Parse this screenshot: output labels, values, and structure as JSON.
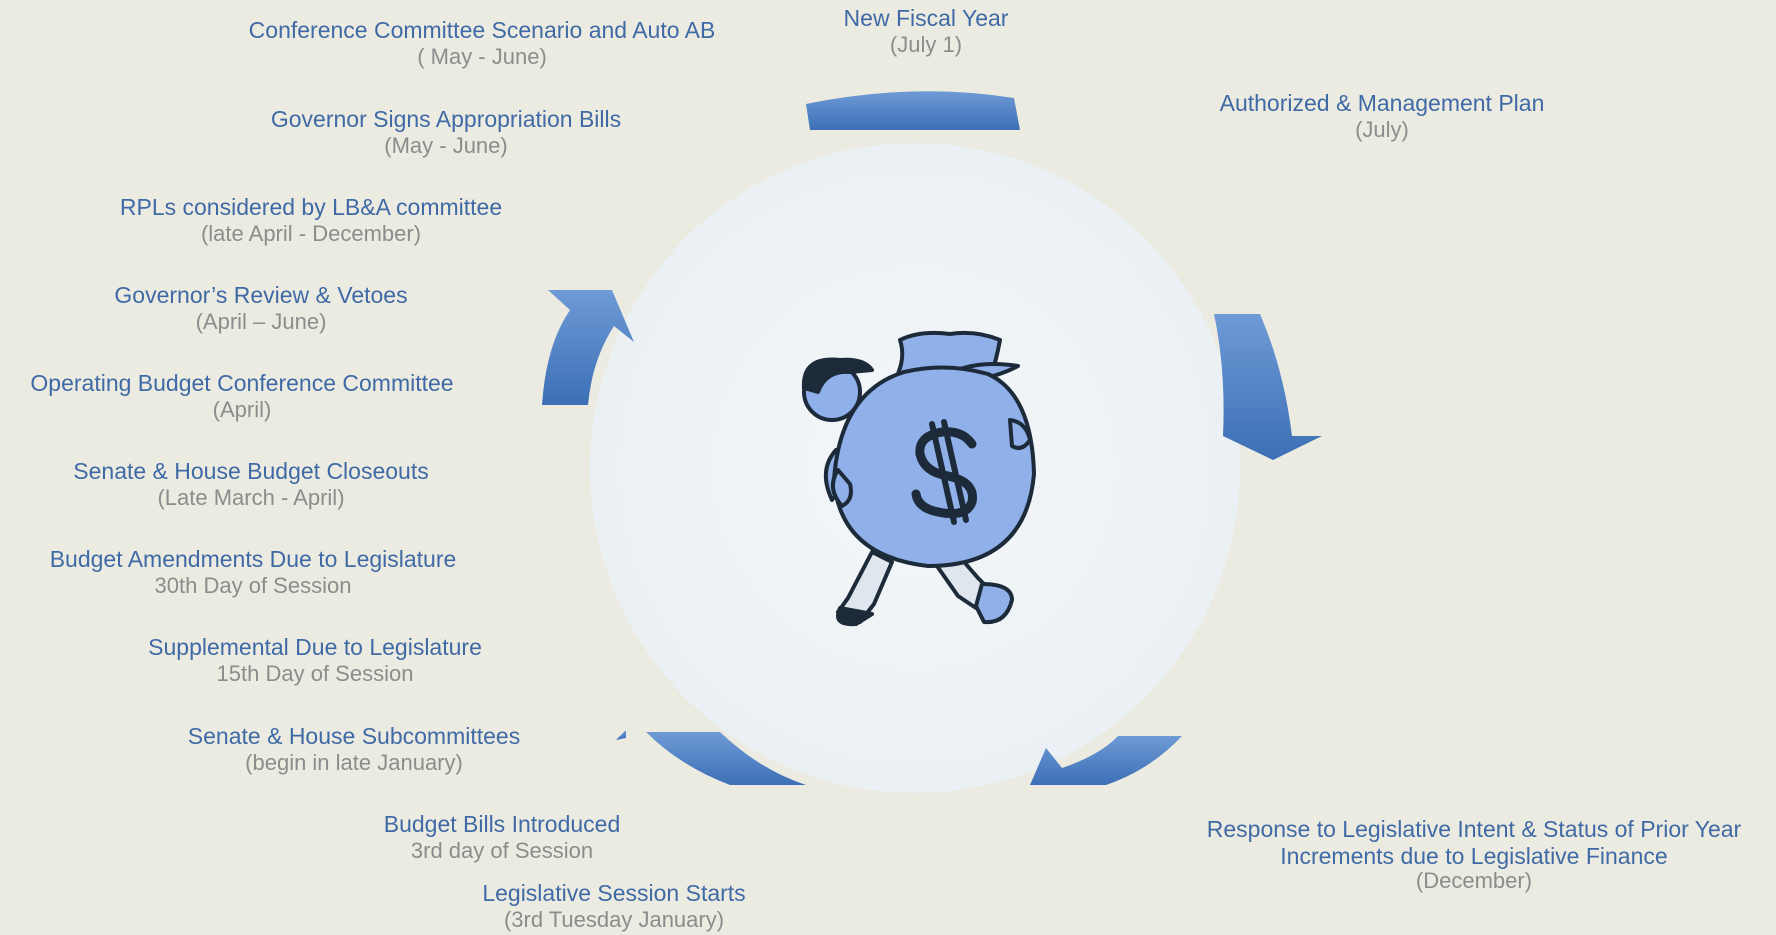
{
  "colors": {
    "background": "#ecebe1",
    "title_text": "#3f6aa6",
    "sub_text": "#8c8c8c",
    "arrow": "#4f82c4",
    "circle": "#f1f5f7",
    "bag": "#8fb0e8",
    "ink": "#1c2a3a"
  },
  "center_icon": "money-bag-man-icon",
  "stages": [
    {
      "id": "new-fiscal-year",
      "title": "New Fiscal Year",
      "sub": "(July 1)"
    },
    {
      "id": "authorized-management-plan",
      "title": "Authorized & Management Plan",
      "sub": "(July)"
    },
    {
      "id": "response-legislative-intent",
      "title": "Response to Legislative Intent & Status of Prior Year",
      "title2": "Increments due to Legislative Finance",
      "sub": "(December)"
    },
    {
      "id": "legislative-session-starts",
      "title": "Legislative Session Starts",
      "sub": "(3rd Tuesday January)"
    },
    {
      "id": "budget-bills-introduced",
      "title": "Budget Bills Introduced",
      "sub": "3rd day of Session"
    },
    {
      "id": "senate-house-subcommittees",
      "title": "Senate & House Subcommittees",
      "sub": "(begin in late January)"
    },
    {
      "id": "supplemental-due",
      "title": "Supplemental Due to Legislature",
      "sub": "15th Day of Session"
    },
    {
      "id": "budget-amendments-due",
      "title": "Budget Amendments Due to Legislature",
      "sub": "30th Day of Session"
    },
    {
      "id": "budget-closeouts",
      "title": "Senate & House Budget Closeouts",
      "sub": "(Late March - April)"
    },
    {
      "id": "operating-budget-conference",
      "title": "Operating Budget Conference Committee",
      "sub": "(April)"
    },
    {
      "id": "governors-review",
      "title": "Governor’s Review & Vetoes",
      "sub": "(April – June)"
    },
    {
      "id": "rpls-considered",
      "title": "RPLs considered by LB&A committee",
      "sub": "(late April - December)"
    },
    {
      "id": "governor-signs",
      "title": "Governor Signs Appropriation Bills",
      "sub": "(May - June)"
    },
    {
      "id": "conference-committee-scenario",
      "title": "Conference Committee Scenario and Auto AB",
      "sub": "( May - June)"
    }
  ]
}
